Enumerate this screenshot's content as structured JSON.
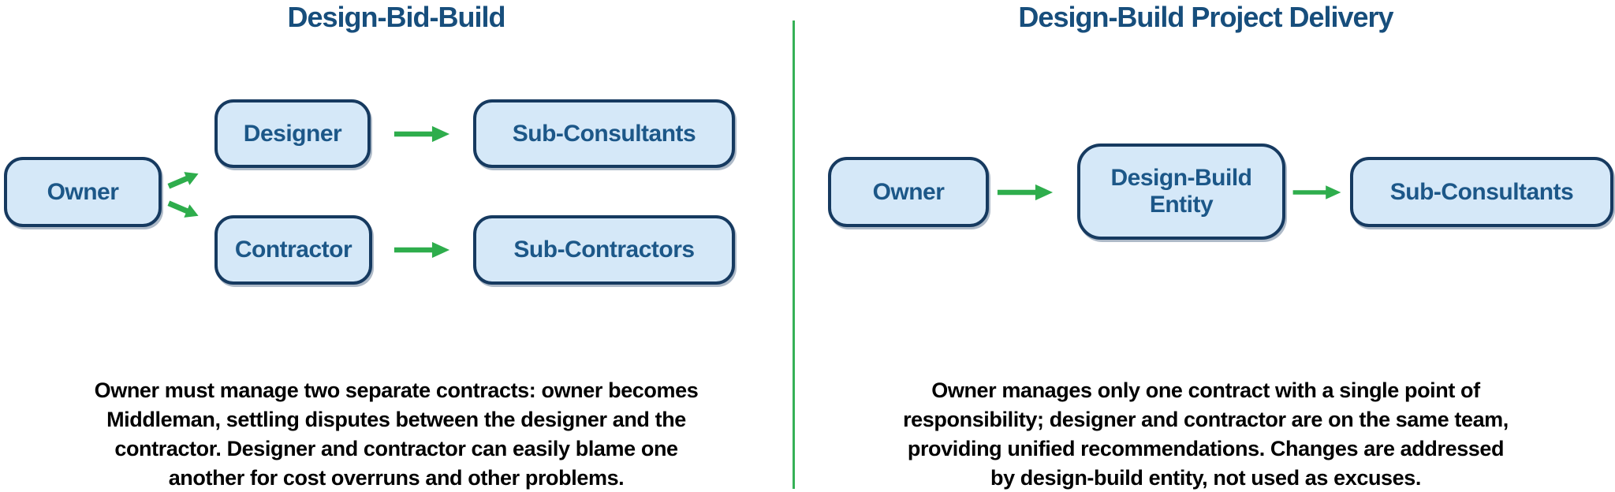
{
  "left_panel": {
    "title": "Design-Bid-Build",
    "nodes": {
      "owner": "Owner",
      "designer": "Designer",
      "sub_consultants": "Sub-Consultants",
      "contractor": "Contractor",
      "sub_contractors": "Sub-Contractors"
    },
    "desc_lines": [
      "Owner must manage two separate contracts: owner becomes",
      "Middleman, settling disputes between the designer and the",
      "contractor. Designer and contractor can easily blame one",
      "another for cost overruns and other problems."
    ]
  },
  "right_panel": {
    "title": "Design-Build Project Delivery",
    "nodes": {
      "owner": "Owner",
      "design_build_entity": "Design-Build Entity",
      "sub_consultants": "Sub-Consultants"
    },
    "desc_lines": [
      "Owner manages only one contract with a single point of",
      "responsibility; designer and contractor are on the same team,",
      "providing unified recommendations. Changes are addressed",
      "by design-build entity, not used as excuses."
    ]
  },
  "icons": {
    "horizontal_arrow": "arrow-right-icon",
    "diagonal_up_arrow": "arrow-up-right-icon",
    "diagonal_down_arrow": "arrow-down-right-icon"
  },
  "colors": {
    "title_text": "#174e7c",
    "node_text": "#1c5788",
    "node_fill": "#d5e8f8",
    "node_border": "#163a60",
    "arrow_green": "#2ead4c",
    "divider_green": "#36b156",
    "body_text": "#000000"
  }
}
